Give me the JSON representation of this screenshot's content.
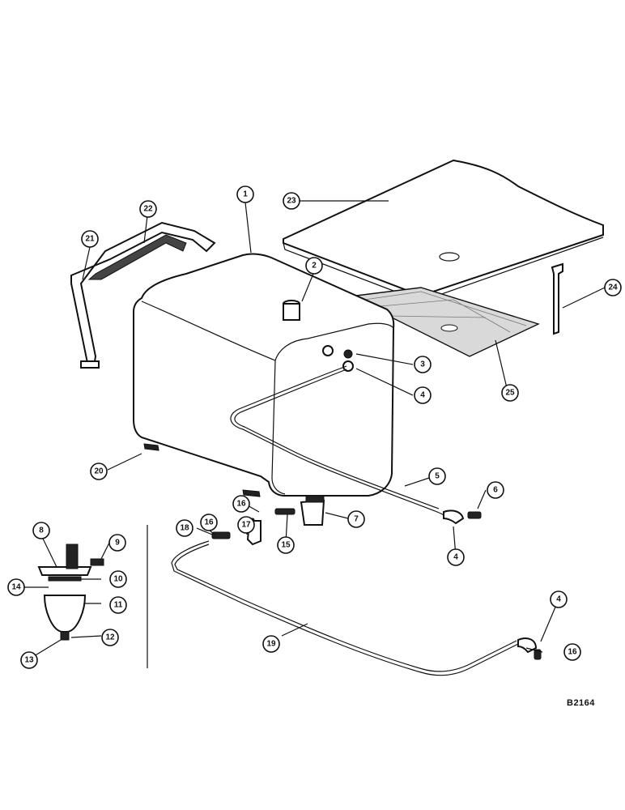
{
  "drawing_id": "B2164",
  "callouts": [
    {
      "key": "c1",
      "label": "1"
    },
    {
      "key": "c2",
      "label": "2"
    },
    {
      "key": "c3",
      "label": "3"
    },
    {
      "key": "c4a",
      "label": "4"
    },
    {
      "key": "c4b",
      "label": "4"
    },
    {
      "key": "c4c",
      "label": "4"
    },
    {
      "key": "c5",
      "label": "5"
    },
    {
      "key": "c6",
      "label": "6"
    },
    {
      "key": "c7",
      "label": "7"
    },
    {
      "key": "c8",
      "label": "8"
    },
    {
      "key": "c9",
      "label": "9"
    },
    {
      "key": "c10",
      "label": "10"
    },
    {
      "key": "c11",
      "label": "11"
    },
    {
      "key": "c12",
      "label": "12"
    },
    {
      "key": "c13",
      "label": "13"
    },
    {
      "key": "c14",
      "label": "14"
    },
    {
      "key": "c15",
      "label": "15"
    },
    {
      "key": "c16a",
      "label": "16"
    },
    {
      "key": "c16b",
      "label": "16"
    },
    {
      "key": "c16c",
      "label": "16"
    },
    {
      "key": "c17",
      "label": "17"
    },
    {
      "key": "c18",
      "label": "18"
    },
    {
      "key": "c19",
      "label": "19"
    },
    {
      "key": "c20",
      "label": "20"
    },
    {
      "key": "c21",
      "label": "21"
    },
    {
      "key": "c22",
      "label": "22"
    },
    {
      "key": "c23",
      "label": "23"
    },
    {
      "key": "c24",
      "label": "24"
    },
    {
      "key": "c25",
      "label": "25"
    }
  ]
}
